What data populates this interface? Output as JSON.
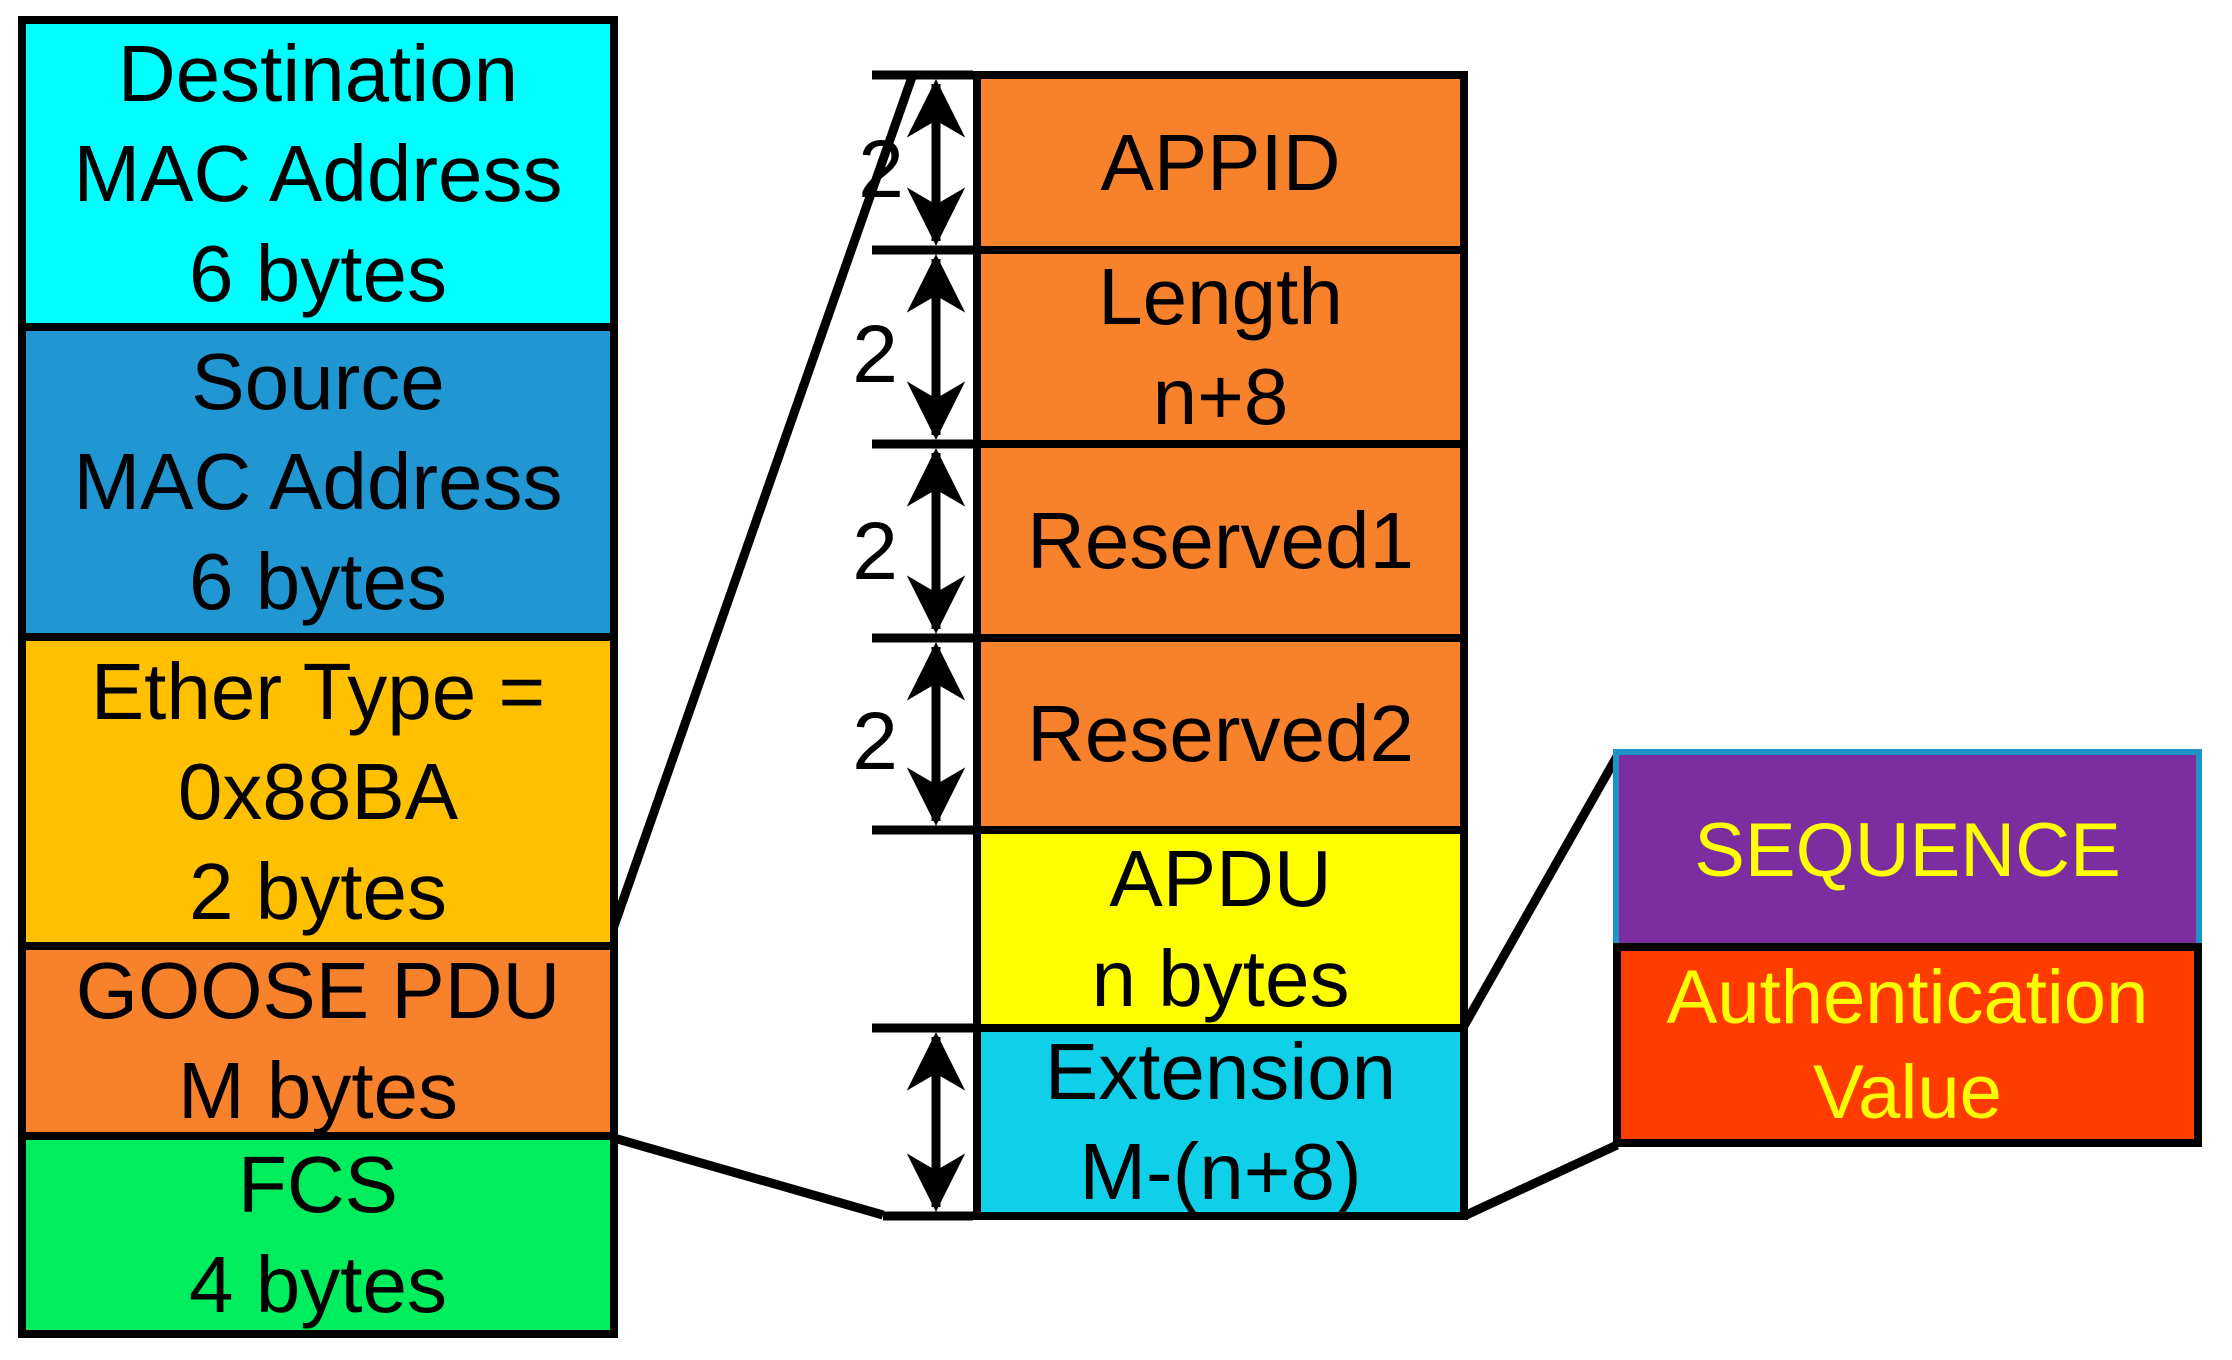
{
  "diagram_title": "GOOSE Ethernet frame structure",
  "colors": {
    "background": "#FFFFFF",
    "line": "#000000",
    "destination_fill": "#00FFFF",
    "source_fill": "#2097D3",
    "ethertype_fill": "#FFC000",
    "goose_fill": "#F8812B",
    "fcs_fill": "#00ED5D",
    "apdu_fill": "#FFFF00",
    "extension_fill": "#0FD0E8",
    "sequence_fill": "#7C2EA0",
    "sequence_border": "#1E93C8",
    "auth_fill": "#FF3C00",
    "detail_text": "#FFFF00",
    "frame_text": "#000000"
  },
  "ethernet_frame": {
    "boxes": [
      {
        "id": "destination-mac",
        "lines": [
          "Destination",
          "MAC Address",
          "6 bytes"
        ]
      },
      {
        "id": "source-mac",
        "lines": [
          "Source",
          "MAC Address",
          "6 bytes"
        ]
      },
      {
        "id": "ether-type",
        "lines": [
          "Ether Type =",
          "0x88BA",
          "2 bytes"
        ]
      },
      {
        "id": "goose-pdu",
        "lines": [
          "GOOSE PDU",
          "M bytes"
        ]
      },
      {
        "id": "fcs",
        "lines": [
          "FCS",
          "4 bytes"
        ]
      }
    ]
  },
  "goose_detail": {
    "size_labels": [
      "2",
      "2",
      "2",
      "2"
    ],
    "boxes": [
      {
        "id": "appid",
        "lines": [
          "APPID",
          ""
        ]
      },
      {
        "id": "length",
        "lines": [
          "Length",
          "n+8"
        ]
      },
      {
        "id": "reserved1",
        "lines": [
          "Reserved1",
          ""
        ]
      },
      {
        "id": "reserved2",
        "lines": [
          "Reserved2",
          ""
        ]
      },
      {
        "id": "apdu",
        "lines": [
          "APDU",
          "n bytes"
        ]
      },
      {
        "id": "extension",
        "lines": [
          "Extension",
          "M-(n+8)"
        ]
      }
    ]
  },
  "extension_detail": {
    "boxes": [
      {
        "id": "sequence",
        "lines": [
          "SEQUENCE",
          ""
        ]
      },
      {
        "id": "auth-value",
        "lines": [
          "Authentication",
          "Value"
        ]
      }
    ]
  }
}
